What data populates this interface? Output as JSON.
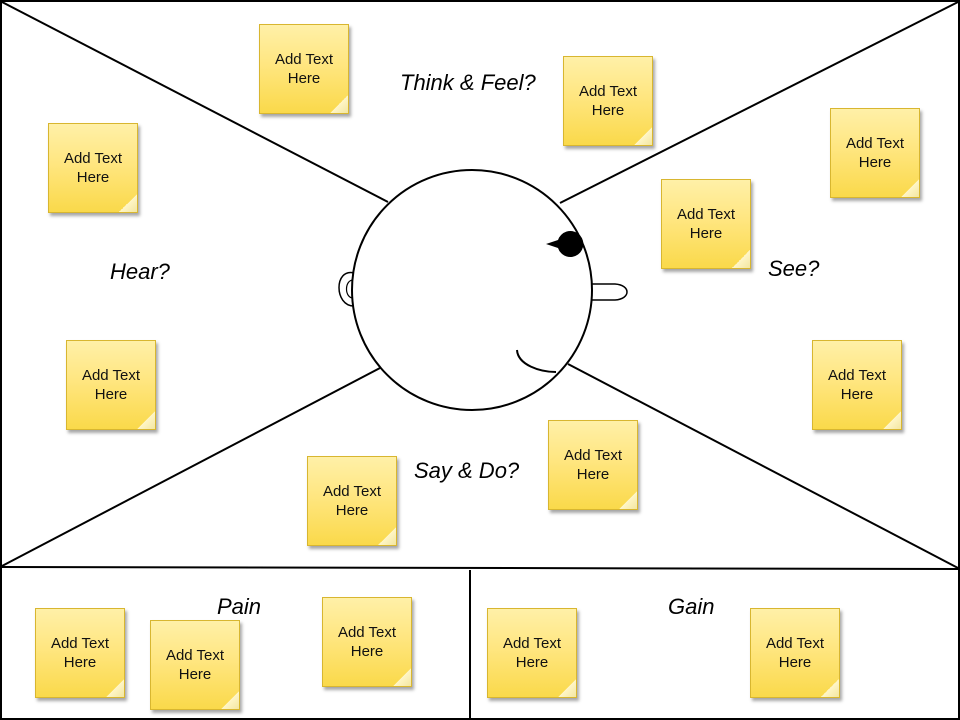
{
  "sections": {
    "think_feel": "Think & Feel?",
    "hear": "Hear?",
    "see": "See?",
    "say_do": "Say & Do?",
    "pain": "Pain",
    "gain": "Gain"
  },
  "sticky_note_text": "Add Text Here",
  "colors": {
    "sticky_fill": "#ffe680",
    "sticky_border": "#d8b630",
    "line": "#000000"
  }
}
